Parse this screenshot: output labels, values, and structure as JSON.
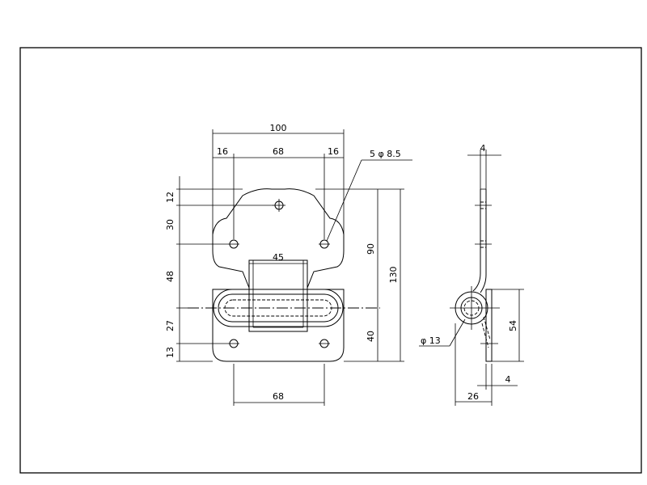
{
  "dimensions": {
    "overall_width": "100",
    "left_offset": "16",
    "hole_spacing_top": "68",
    "right_offset": "16",
    "hole_spec": "5  φ 8.5",
    "h12": "12",
    "h30": "30",
    "h48": "48",
    "h27": "27",
    "h13": "13",
    "h90": "90",
    "h130": "130",
    "h40": "40",
    "handle_width": "45",
    "hole_spacing_bottom": "68",
    "side_thickness_top": "4",
    "pin_diameter": "φ 13",
    "side_height": "54",
    "side_thickness_bottom": "4",
    "side_depth": "26"
  }
}
